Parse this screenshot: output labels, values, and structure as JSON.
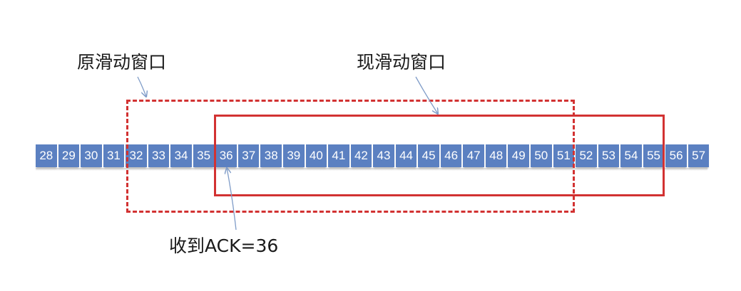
{
  "labels": {
    "old_window": "原滑动窗口",
    "new_window": "现滑动窗口",
    "ack": "收到ACK=36"
  },
  "sequence": [
    "28",
    "29",
    "30",
    "31",
    "32",
    "33",
    "34",
    "35",
    "36",
    "37",
    "38",
    "39",
    "40",
    "41",
    "42",
    "43",
    "44",
    "45",
    "46",
    "47",
    "48",
    "49",
    "50",
    "51",
    "52",
    "53",
    "54",
    "55",
    "56",
    "57"
  ],
  "colors": {
    "cell": "#5b80c1",
    "cell_text": "#ffffff",
    "window_border": "#d23232",
    "pointer": "#7f9cc8"
  }
}
